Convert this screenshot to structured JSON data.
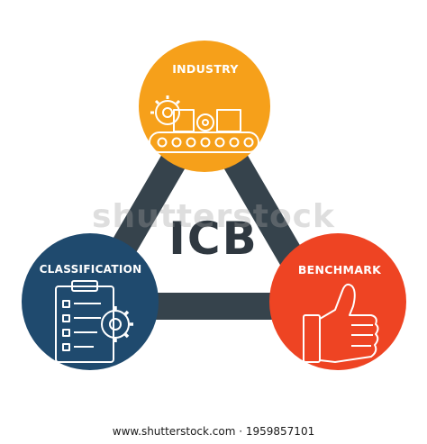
{
  "diagram": {
    "title": "ICB",
    "nodes": [
      {
        "label": "INDUSTRY",
        "color": "#f6a01a",
        "icon": "factory-conveyor-icon"
      },
      {
        "label": "CLASSIFICATION",
        "color": "#1f4a6e",
        "icon": "clipboard-gear-icon"
      },
      {
        "label": "BENCHMARK",
        "color": "#ee4423",
        "icon": "thumbs-up-icon"
      }
    ],
    "connector_color": "#36434c"
  },
  "watermark": "shutterstock",
  "footer": "www.shutterstock.com · 1959857101"
}
